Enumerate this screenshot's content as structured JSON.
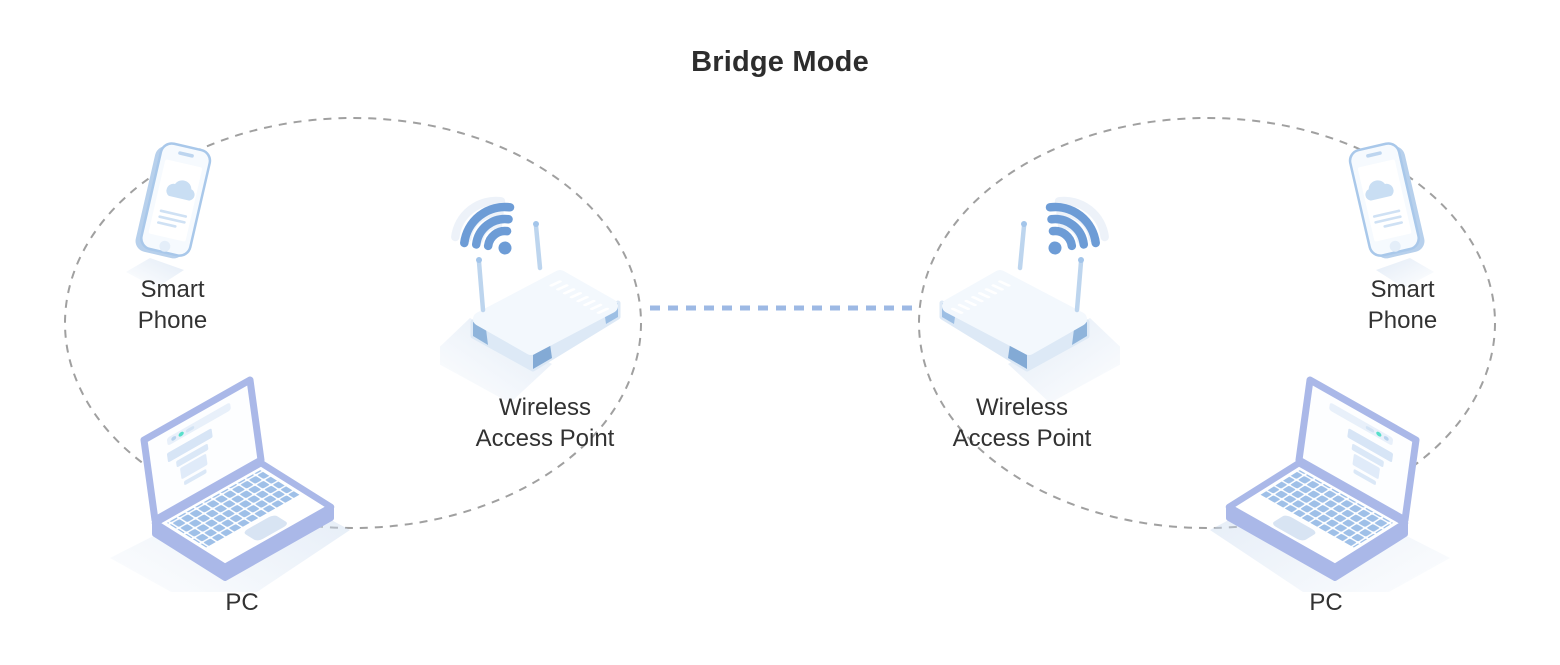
{
  "title": "Bridge Mode",
  "connection": {
    "name": "wireless-bridge-link",
    "style": "dotted",
    "color": "#9db9e4",
    "between": [
      "Wireless Access Point",
      "Wireless Access Point"
    ]
  },
  "groups": [
    {
      "name": "network-a",
      "boundary": "dashed-ellipse",
      "devices": [
        {
          "type": "smartphone",
          "label": "Smart\nPhone"
        },
        {
          "type": "wireless-access-point",
          "label": "Wireless\nAccess Point"
        },
        {
          "type": "pc",
          "label": "PC"
        }
      ]
    },
    {
      "name": "network-b",
      "boundary": "dashed-ellipse",
      "devices": [
        {
          "type": "wireless-access-point",
          "label": "Wireless\nAccess Point"
        },
        {
          "type": "smartphone",
          "label": "Smart\nPhone"
        },
        {
          "type": "pc",
          "label": "PC"
        }
      ]
    }
  ],
  "colors": {
    "wifi_blue": "#6d9cd6",
    "key_blue": "#9fc0e8",
    "frame_periwinkle": "#aab8e8",
    "boundary_gray": "#a0a0a0",
    "link_blue": "#9db9e4",
    "title_text": "#2d2d2d",
    "label_text": "#323232"
  }
}
